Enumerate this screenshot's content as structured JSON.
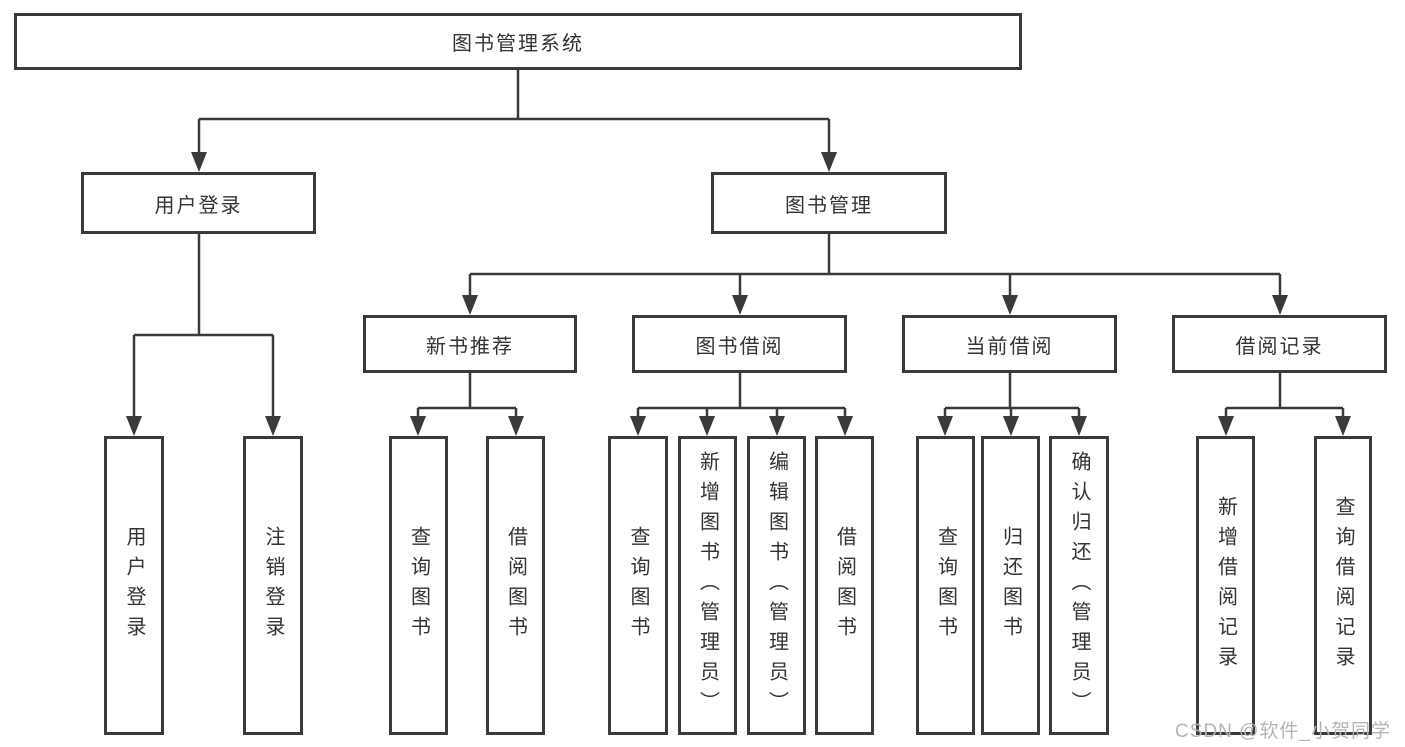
{
  "diagram": {
    "title_node": "图书管理系统",
    "level2": [
      {
        "label": "用户登录",
        "children": [
          "用户登录",
          "注销登录"
        ]
      },
      {
        "label": "图书管理",
        "modules": [
          {
            "label": "新书推荐",
            "children": [
              "查询图书",
              "借阅图书"
            ]
          },
          {
            "label": "图书借阅",
            "children": [
              "查询图书",
              "新增图书（管理员）",
              "编辑图书（管理员）",
              "借阅图书"
            ]
          },
          {
            "label": "当前借阅",
            "children": [
              "查询图书",
              "归还图书",
              "确认归还（管理员）"
            ]
          },
          {
            "label": "借阅记录",
            "children": [
              "新增借阅记录",
              "查询借阅记录"
            ]
          }
        ]
      }
    ]
  },
  "watermark": {
    "text": "CSDN @软件_小贺同学"
  },
  "colors": {
    "line": "#3a3a3a",
    "box_border": "#3a3a3a",
    "text": "#333333",
    "watermark": "#b4b4b4",
    "background": "#ffffff"
  }
}
